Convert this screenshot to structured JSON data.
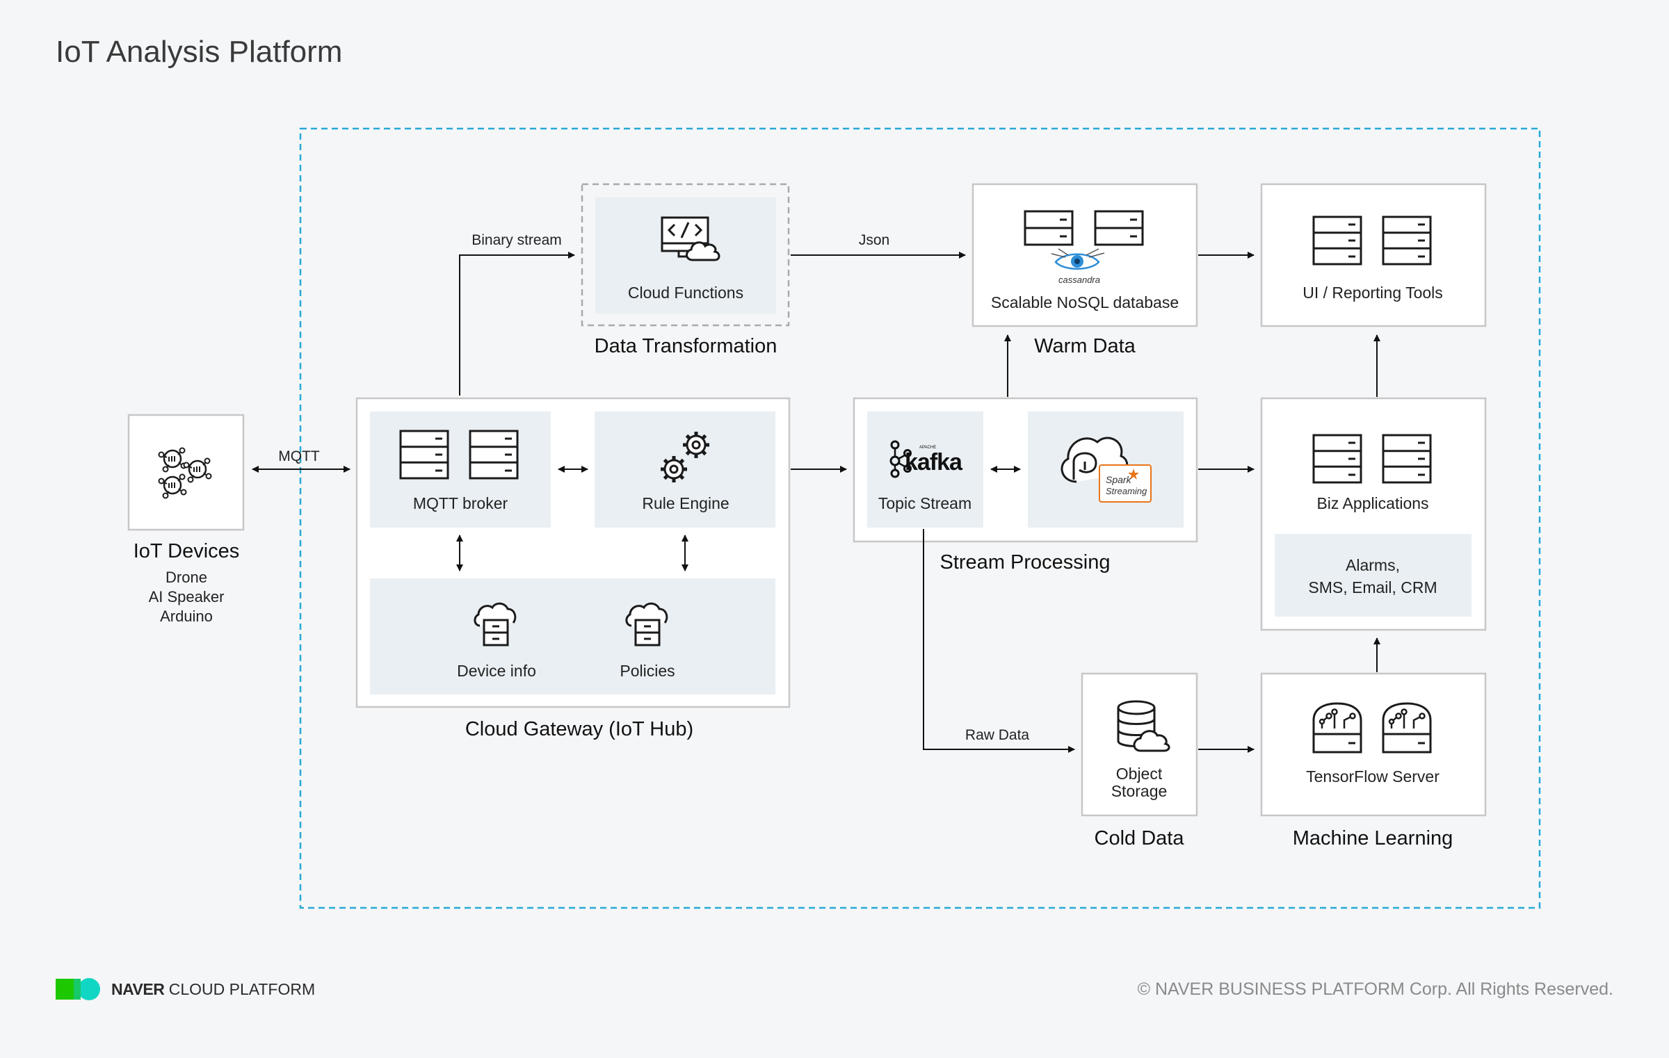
{
  "title": "IoT Analysis Platform",
  "nodes": {
    "iot_devices": {
      "title": "IoT Devices",
      "items": [
        "Drone",
        "AI Speaker",
        "Arduino"
      ]
    },
    "mqtt_broker": "MQTT broker",
    "rule_engine": "Rule Engine",
    "device_info": "Device info",
    "policies": "Policies",
    "cloud_gateway": "Cloud Gateway (IoT Hub)",
    "cloud_functions": "Cloud Functions",
    "data_transformation": "Data Transformation",
    "nosql": "Scalable NoSQL database",
    "cassandra": "cassandra",
    "warm_data": "Warm Data",
    "ui_tools": "UI / Reporting Tools",
    "topic_stream": "Topic Stream",
    "kafka": "kafka",
    "kafka_apache": "APACHE",
    "spark": "Spark",
    "spark_streaming": "Streaming",
    "stream_processing": "Stream Processing",
    "biz_apps": "Biz Applications",
    "alarms_line1": "Alarms,",
    "alarms_line2": "SMS, Email, CRM",
    "object_storage_line1": "Object",
    "object_storage_line2": "Storage",
    "cold_data": "Cold Data",
    "tensorflow": "TensorFlow Server",
    "machine_learning": "Machine Learning"
  },
  "edges": {
    "mqtt": "MQTT",
    "binary_stream": "Binary stream",
    "json": "Json",
    "raw_data": "Raw Data"
  },
  "footer": {
    "brand_bold": "NAVER",
    "brand_rest": " CLOUD PLATFORM",
    "copyright": "© NAVER BUSINESS PLATFORM Corp. All Rights Reserved."
  },
  "colors": {
    "boundary": "#27a9d6",
    "panel": "#e9eff3",
    "border": "#c7c7c7",
    "logo_green": "#1ec800",
    "logo_teal": "#11d6c4",
    "spark_orange": "#e8751a",
    "cassandra_blue": "#2c8ed8"
  }
}
